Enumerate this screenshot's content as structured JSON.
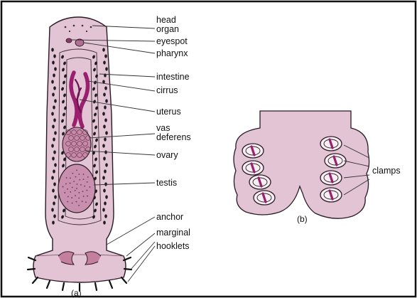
{
  "figure": {
    "panel_a": {
      "caption": "(a)",
      "labels": [
        {
          "id": "head-organ",
          "lines": [
            "head",
            "organ"
          ]
        },
        {
          "id": "eyespot",
          "lines": [
            "eyespot"
          ]
        },
        {
          "id": "pharynx",
          "lines": [
            "pharynx"
          ]
        },
        {
          "id": "intestine",
          "lines": [
            "intestine"
          ]
        },
        {
          "id": "cirrus",
          "lines": [
            "cirrus"
          ]
        },
        {
          "id": "uterus",
          "lines": [
            "uterus"
          ]
        },
        {
          "id": "vas-deferens",
          "lines": [
            "vas",
            "deferens"
          ]
        },
        {
          "id": "ovary",
          "lines": [
            "ovary"
          ]
        },
        {
          "id": "testis",
          "lines": [
            "testis"
          ]
        },
        {
          "id": "anchor",
          "lines": [
            "anchor"
          ]
        },
        {
          "id": "marginal-hooklets",
          "lines": [
            "marginal",
            "hooklets"
          ]
        }
      ]
    },
    "panel_b": {
      "caption": "(b)",
      "label": "clamps"
    },
    "colors": {
      "body": "#e2c4d4",
      "outline": "#2a1a24",
      "reproductive": "#9a1f6e",
      "ovary": "#c78aa8",
      "testis": "#c98fae",
      "dots": "#1c1c1c",
      "frame": "#111111"
    }
  }
}
